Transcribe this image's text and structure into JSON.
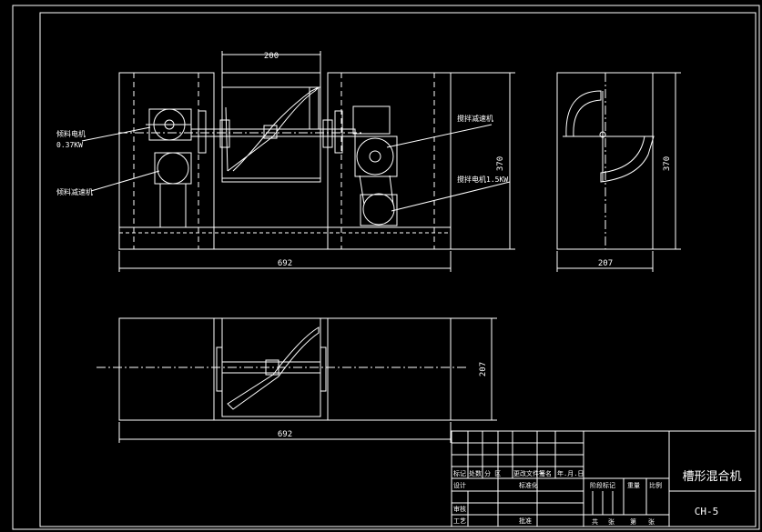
{
  "front_view": {
    "dim_top": "200",
    "dim_width": "692",
    "dim_height": "370",
    "callouts": {
      "feed_motor": "倾料电机",
      "feed_motor_power": "0.37KW",
      "feed_reducer": "倾料减速机",
      "stir_reducer": "搅拌减速机",
      "stir_motor": "搅拌电机1.5KW"
    }
  },
  "side_view": {
    "dim_height": "370",
    "dim_width": "207"
  },
  "top_view": {
    "dim_width": "692",
    "dim_height": "207"
  },
  "title_block": {
    "title": "槽形混合机",
    "drawing_no": "CH-5",
    "headers": {
      "mark": "标记",
      "count": "处数",
      "zone": "分 区",
      "change_doc": "更改文件号",
      "signature": "签名",
      "date": "年.月.日",
      "stage_mark": "阶段标记",
      "weight": "重量",
      "scale": "比例",
      "design": "设计",
      "standardize": "标准化",
      "review": "审核",
      "process": "工艺",
      "approve": "批准",
      "total": "共",
      "sheets": "张",
      "number": "第",
      "sheet": "张"
    }
  }
}
